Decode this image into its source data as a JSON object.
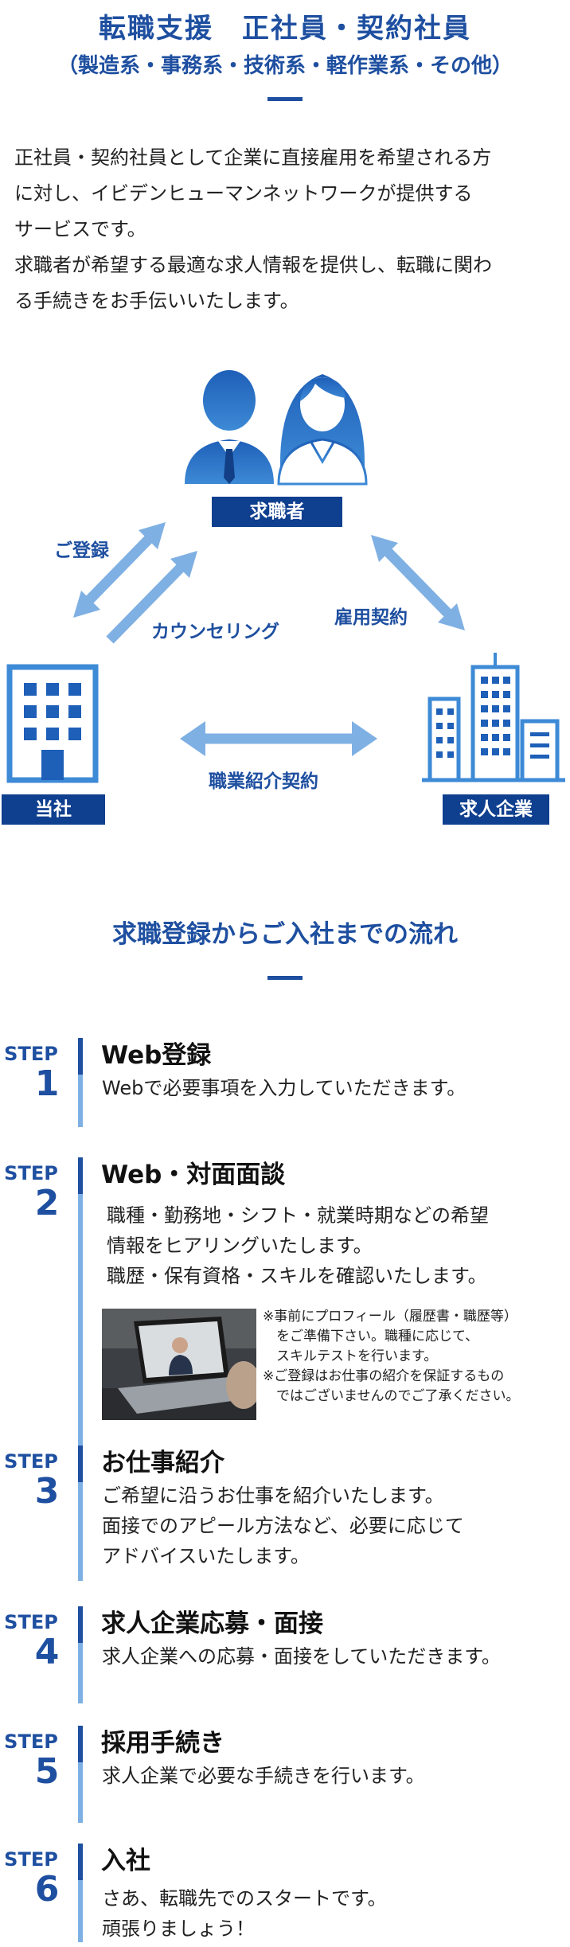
{
  "header": {
    "title": "転職支援　正社員・契約社員",
    "subtitle": "（製造系・事務系・技術系・軽作業系・その他）"
  },
  "intro": {
    "lines": [
      "正社員・契約社員として企業に直接雇用を希望される方",
      "に対し、イビデンヒューマンネットワークが提供する",
      "サービスです。",
      "求職者が希望する最適な求人情報を提供し、転職に関わ",
      "る手続きをお手伝いいたします。"
    ]
  },
  "diagram": {
    "job_seeker_label": "求職者",
    "company_label": "当社",
    "employer_label": "求人企業",
    "registration_label": "ご登録",
    "counseling_label": "カウンセリング",
    "employment_contract_label": "雇用契約",
    "placement_contract_label": "職業紹介契約"
  },
  "flow": {
    "title": "求職登録からご入社までの流れ",
    "step_word": "STEP",
    "steps": [
      {
        "number": "1",
        "title": "Web登録",
        "lines": [
          "Webで必要事項を入力していただきます。"
        ]
      },
      {
        "number": "2",
        "title": "Web・対面面談",
        "lines": [
          "職種・勤務地・シフト・就業時期などの希望",
          "情報をヒアリングいたします。",
          "職歴・保有資格・スキルを確認いたします。"
        ],
        "notes": [
          "※事前にプロフィール（履歴書・職歴等）",
          "　をご準備下さい。職種に応じて、",
          "　スキルテストを行います。",
          "※ご登録はお仕事の紹介を保証するもの",
          "　ではございませんのでご了承ください。"
        ]
      },
      {
        "number": "3",
        "title": "お仕事紹介",
        "lines": [
          "ご希望に沿うお仕事を紹介いたします。",
          "面接でのアピール方法など、必要に応じて",
          "アドバイスいたします。"
        ]
      },
      {
        "number": "4",
        "title": "求人企業応募・面接",
        "lines": [
          "求人企業への応募・面接をしていただきます。"
        ]
      },
      {
        "number": "5",
        "title": "採用手続き",
        "lines": [
          "求人企業で必要な手続きを行います。"
        ]
      },
      {
        "number": "6",
        "title": "入社",
        "lines": [
          "さあ、転職先でのスタートです。",
          "頑張りましょう！"
        ]
      }
    ]
  },
  "colors": {
    "brand_blue": "#1e4fa0",
    "dark_navy": "#0f3f8f",
    "light_blue": "#7fb0e3"
  },
  "icons": [
    "man-icon",
    "woman-icon",
    "office-building-icon",
    "skyscraper-icon",
    "video-call-photo"
  ]
}
